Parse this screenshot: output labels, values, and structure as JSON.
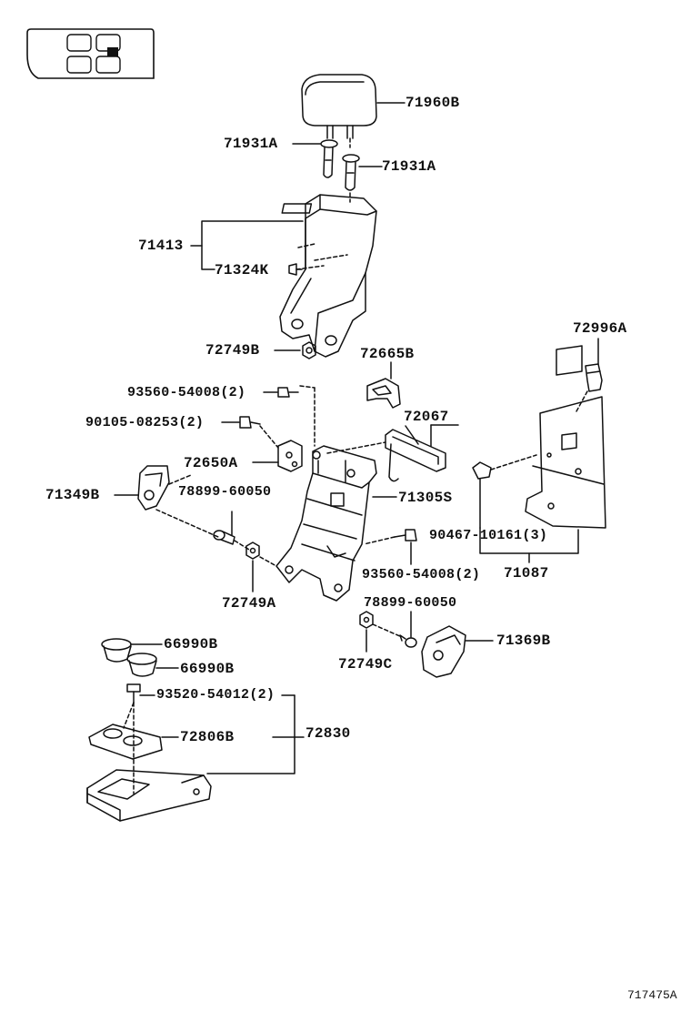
{
  "diagram": {
    "drawing_code": "717475A",
    "locator": {
      "icon": "seat-position-locator-icon",
      "highlighted_cell": "top-right"
    },
    "labels": [
      {
        "id": "headrest",
        "text": "71960B"
      },
      {
        "id": "guide-left",
        "text": "71931A"
      },
      {
        "id": "guide-right",
        "text": "71931A"
      },
      {
        "id": "seatback-pad",
        "text": "71413"
      },
      {
        "id": "clip",
        "text": "71324K"
      },
      {
        "id": "nut-top",
        "text": "72749B"
      },
      {
        "id": "stopper",
        "text": "72665B"
      },
      {
        "id": "bolt-upper",
        "text": "93560-54008(2)"
      },
      {
        "id": "screw-upper",
        "text": "90105-08253(2)"
      },
      {
        "id": "rod",
        "text": "72067"
      },
      {
        "id": "hinge",
        "text": "72650A"
      },
      {
        "id": "cover-left",
        "text": "71349B"
      },
      {
        "id": "pin-left",
        "text": "78899-60050"
      },
      {
        "id": "frame",
        "text": "71305S"
      },
      {
        "id": "nut-left",
        "text": "72749A"
      },
      {
        "id": "bolt-lower",
        "text": "93560-54008(2)"
      },
      {
        "id": "clip-right",
        "text": "90467-10161(3)"
      },
      {
        "id": "board-right",
        "text": "71087"
      },
      {
        "id": "lock",
        "text": "72996A"
      },
      {
        "id": "pin-right",
        "text": "78899-60050"
      },
      {
        "id": "nut-right",
        "text": "72749C"
      },
      {
        "id": "cover-right",
        "text": "71369B"
      },
      {
        "id": "cup-holder-1",
        "text": "66990B"
      },
      {
        "id": "cup-holder-2",
        "text": "66990B"
      },
      {
        "id": "screw-tray",
        "text": "93520-54012(2)"
      },
      {
        "id": "tray-top",
        "text": "72806B"
      },
      {
        "id": "tray-assy",
        "text": "72830"
      }
    ]
  }
}
